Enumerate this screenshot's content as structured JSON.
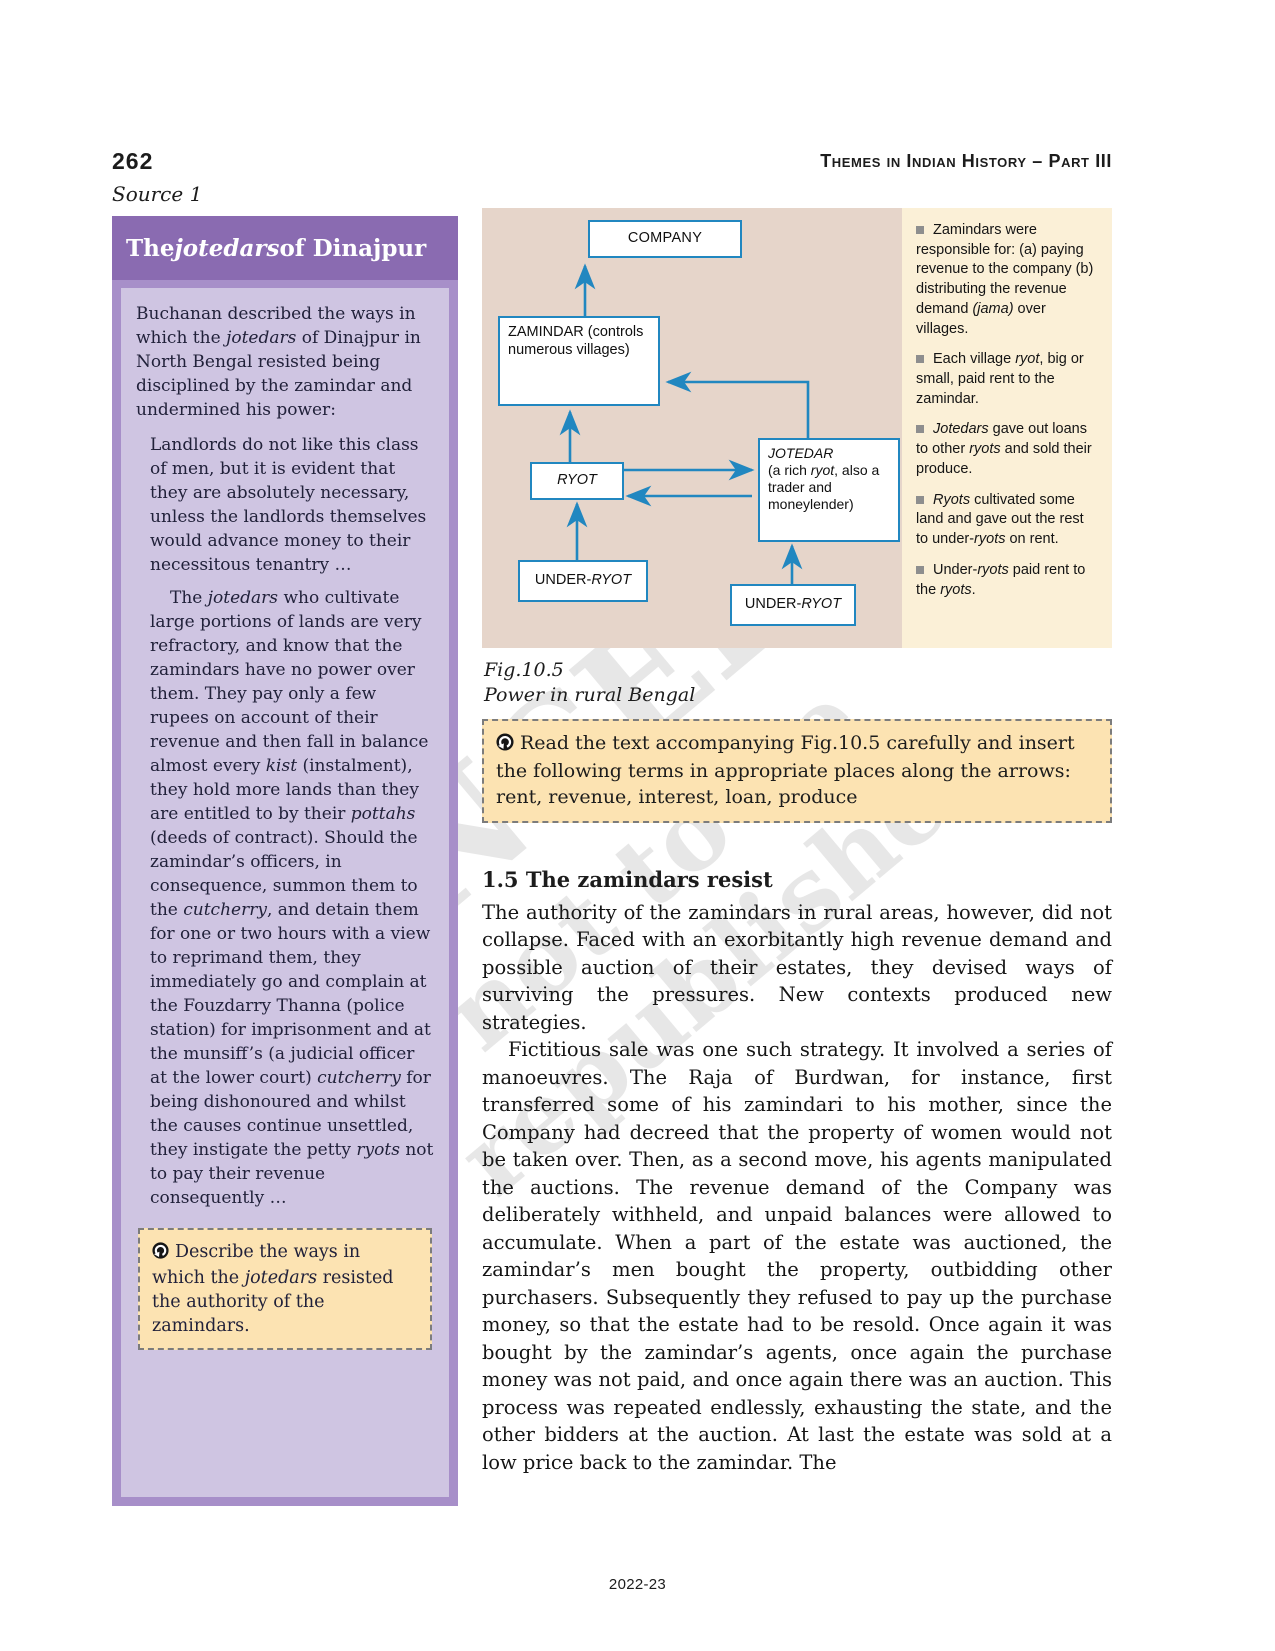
{
  "colors": {
    "panel_title_bg": "#8a6bb1",
    "panel_frame": "#a78fc9",
    "panel_body_bg": "#cfc5e2",
    "diagram_bg": "#e6d5ca",
    "sidebar_bg": "#fbf0d7",
    "activity_bg": "#fce3b2",
    "diagram_blue": "#2187c0",
    "bullet_gray": "#8e8e8e"
  },
  "page": {
    "number": "262",
    "header_title": "Themes in Indian History – Part III",
    "source_label": "Source 1",
    "footer": "2022-23",
    "watermark_line1": "© NCERT",
    "watermark_line2": "not to be republished"
  },
  "source_box": {
    "title": [
      {
        "t": "The "
      },
      {
        "t": "jotedars",
        "i": true
      },
      {
        "t": " of Dinajpur"
      }
    ],
    "intro": [
      {
        "t": "Buchanan described the ways in which the "
      },
      {
        "t": "jotedars",
        "i": true
      },
      {
        "t": " of Dinajpur in North Bengal resisted being disciplined by the zamindar and undermined his power:"
      }
    ],
    "quote1": [
      {
        "t": "Landlords do not like this class of men, but it is evident that they are absolutely necessary, unless the landlords themselves would advance money to their necessitous tenantry …"
      }
    ],
    "quote2": [
      {
        "t": "The "
      },
      {
        "t": "jotedars",
        "i": true
      },
      {
        "t": " who cultivate large portions of lands are very refractory, and know that the zamindars have no power over them. They pay only a few rupees on account of their revenue and then fall in balance almost every "
      },
      {
        "t": "kist",
        "i": true
      },
      {
        "t": " (instalment), they hold more lands than they are entitled to by their "
      },
      {
        "t": "pottahs",
        "i": true
      },
      {
        "t": " (deeds of contract). Should the zamindar’s officers, in consequence, summon them to the "
      },
      {
        "t": "cutcherry",
        "i": true
      },
      {
        "t": ", and detain them for one or two hours with a view to reprimand them, they immediately go and complain at the Fouzdarry Thanna (police station) for imprisonment and at the munsiff’s (a judicial officer at the lower court) "
      },
      {
        "t": "cutcherry",
        "i": true
      },
      {
        "t": " for being dishonoured and whilst the causes continue unsettled, they instigate the petty "
      },
      {
        "t": "ryots",
        "i": true
      },
      {
        "t": " not to pay their revenue consequently …"
      }
    ],
    "activity": [
      {
        "t": "Describe the ways in which the "
      },
      {
        "t": "jotedars",
        "i": true
      },
      {
        "t": " resisted the authority of the zamindars."
      }
    ]
  },
  "diagram": {
    "fig_label": "Fig.10.5",
    "fig_caption": "Power in rural Bengal",
    "nodes": {
      "company": [
        {
          "t": "COMPANY"
        }
      ],
      "zamindar": [
        {
          "t": "ZAMINDAR (controls numerous villages)"
        }
      ],
      "ryot": [
        {
          "t": "RYOT",
          "i": true
        }
      ],
      "jotedar_title": [
        {
          "t": "JOTEDAR",
          "i": true
        }
      ],
      "jotedar_sub": [
        {
          "t": "(a rich "
        },
        {
          "t": "ryot",
          "i": true
        },
        {
          "t": ", also a trader and moneylender)"
        }
      ],
      "under_ryot_left": [
        {
          "t": "UNDER-"
        },
        {
          "t": "RYOT",
          "i": true
        }
      ],
      "under_ryot_right": [
        {
          "t": "UNDER-"
        },
        {
          "t": "RYOT",
          "i": true
        }
      ]
    },
    "sidebar": {
      "bullets": [
        [
          {
            "t": "Zamindars were responsible for: (a) paying revenue to the company (b) distributing the revenue demand "
          },
          {
            "t": "(jama)",
            "i": true
          },
          {
            "t": " over villages."
          }
        ],
        [
          {
            "t": "Each village "
          },
          {
            "t": "ryot",
            "i": true
          },
          {
            "t": ", big or small, paid rent to the zamindar."
          }
        ],
        [
          {
            "t": "Jotedars",
            "i": true
          },
          {
            "t": " gave out loans to other "
          },
          {
            "t": "ryots",
            "i": true
          },
          {
            "t": " and sold their produce."
          }
        ],
        [
          {
            "t": "Ryots",
            "i": true
          },
          {
            "t": " cultivated some land and gave out the rest to under-"
          },
          {
            "t": "ryots",
            "i": true
          },
          {
            "t": " on rent."
          }
        ],
        [
          {
            "t": "Under-"
          },
          {
            "t": "ryots",
            "i": true
          },
          {
            "t": " paid rent to the "
          },
          {
            "t": "ryots",
            "i": true
          },
          {
            "t": "."
          }
        ]
      ]
    }
  },
  "main": {
    "activity": [
      {
        "t": "Read the text accompanying Fig.10.5 carefully and insert the following terms in appropriate places along the arrows: rent, revenue, interest, loan, produce"
      }
    ],
    "section_heading": "1.5 The zamindars resist",
    "para1": "The authority of the zamindars in rural areas, however, did not collapse.  Faced with an exorbitantly high revenue demand and possible auction of their estates, they devised ways of surviving the pressures. New contexts produced new strategies.",
    "para2": "Fictitious sale was one such strategy. It involved a series of manoeuvres. The Raja of Burdwan, for instance, first transferred some of his zamindari to his mother, since the Company had decreed that the property of women would not be taken over. Then, as a second move, his agents manipulated the auctions. The revenue demand of the Company was deliberately withheld, and unpaid balances were allowed to accumulate. When a part of the estate was auctioned, the zamindar’s men bought the property, outbidding other purchasers. Subsequently they refused to pay up the purchase money, so that the estate had to be resold. Once again it was bought by the zamindar’s agents, once again the purchase money was not paid, and once again there was an auction. This process was repeated endlessly, exhausting the state, and the other bidders at the auction. At last the estate was sold at a low price back to the zamindar. The"
  }
}
